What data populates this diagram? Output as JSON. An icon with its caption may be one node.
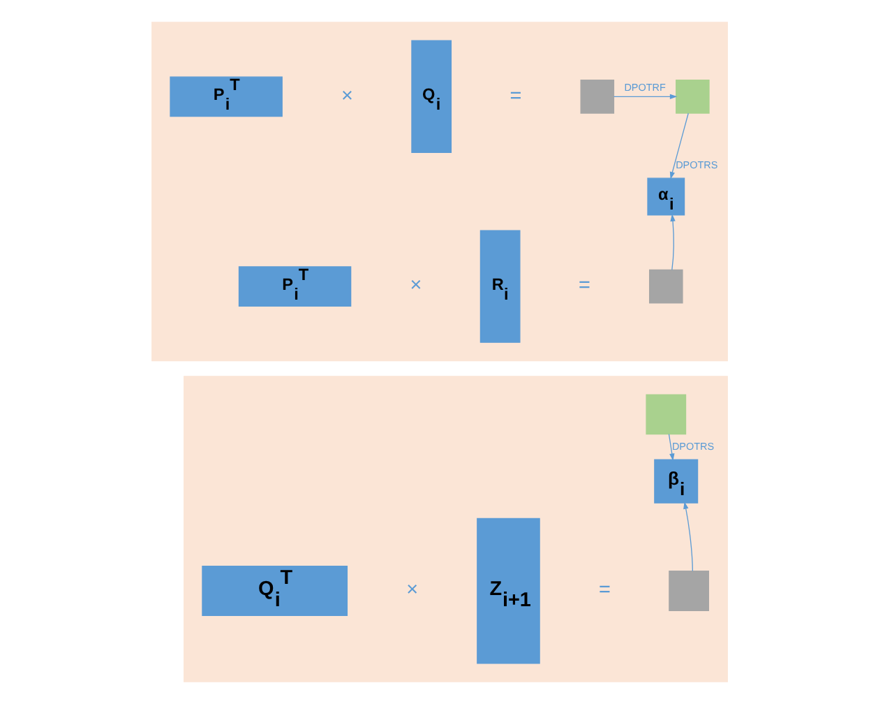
{
  "diagram": {
    "nodes": [
      {
        "text": [],
        "shape": "box"
      },
      {
        "text": [
          "P$_{i}$$^{T}$"
        ],
        "in": 0
      },
      {
        "text": [
          "Q$_{i}$"
        ],
        "in": 0
      },
      {
        "text": [],
        "shape": "box",
        "in": 0
      },
      {
        "text": [],
        "shape": "box",
        "in": 0
      },
      {
        "text": [
          "α$_{i}$"
        ],
        "in": 0
      },
      {
        "text": [
          "P$_{i}$$^{T}$"
        ],
        "in": 0
      },
      {
        "text": [
          "R$_{i}$"
        ],
        "in": 0
      },
      {
        "text": [],
        "shape": "box",
        "in": 0
      },
      {
        "text": [],
        "shape": "box"
      },
      {
        "text": [],
        "shape": "box",
        "in": 9
      },
      {
        "text": [
          "β$_{i}$"
        ],
        "in": 9
      },
      {
        "text": [
          "Q$_{i}$$^{T}$"
        ],
        "in": 9
      },
      {
        "text": [
          "Z$_{i+1}$"
        ],
        "in": 9
      },
      {
        "text": [],
        "shape": "box",
        "in": 9
      }
    ],
    "edges": [
      {
        "from": 3,
        "to": 4,
        "arrow": "to",
        "label": "DPOTRF"
      },
      {
        "from": 4,
        "to": 5,
        "arrow": "to",
        "label": "DPOTRS"
      },
      {
        "from": 8,
        "to": 5,
        "arrow": "to"
      },
      {
        "from": 10,
        "to": 11,
        "arrow": "to",
        "label": "DPOTRS"
      },
      {
        "from": 14,
        "to": 11,
        "arrow": "to"
      }
    ],
    "labels": [
      "×",
      "=",
      "×",
      "=",
      "×",
      "="
    ]
  }
}
